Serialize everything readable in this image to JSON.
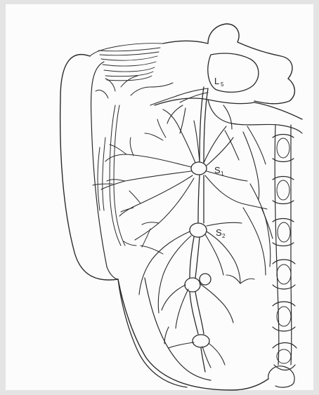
{
  "labels": {
    "l5": {
      "main": "L",
      "sub": "5"
    },
    "s1": {
      "main": "S",
      "sub": "1"
    },
    "s2": {
      "main": "S",
      "sub": "2"
    }
  },
  "colors": {
    "ink": "#2a2a2a",
    "paper": "#fcfcfc",
    "margin": "#e4e4e4"
  }
}
